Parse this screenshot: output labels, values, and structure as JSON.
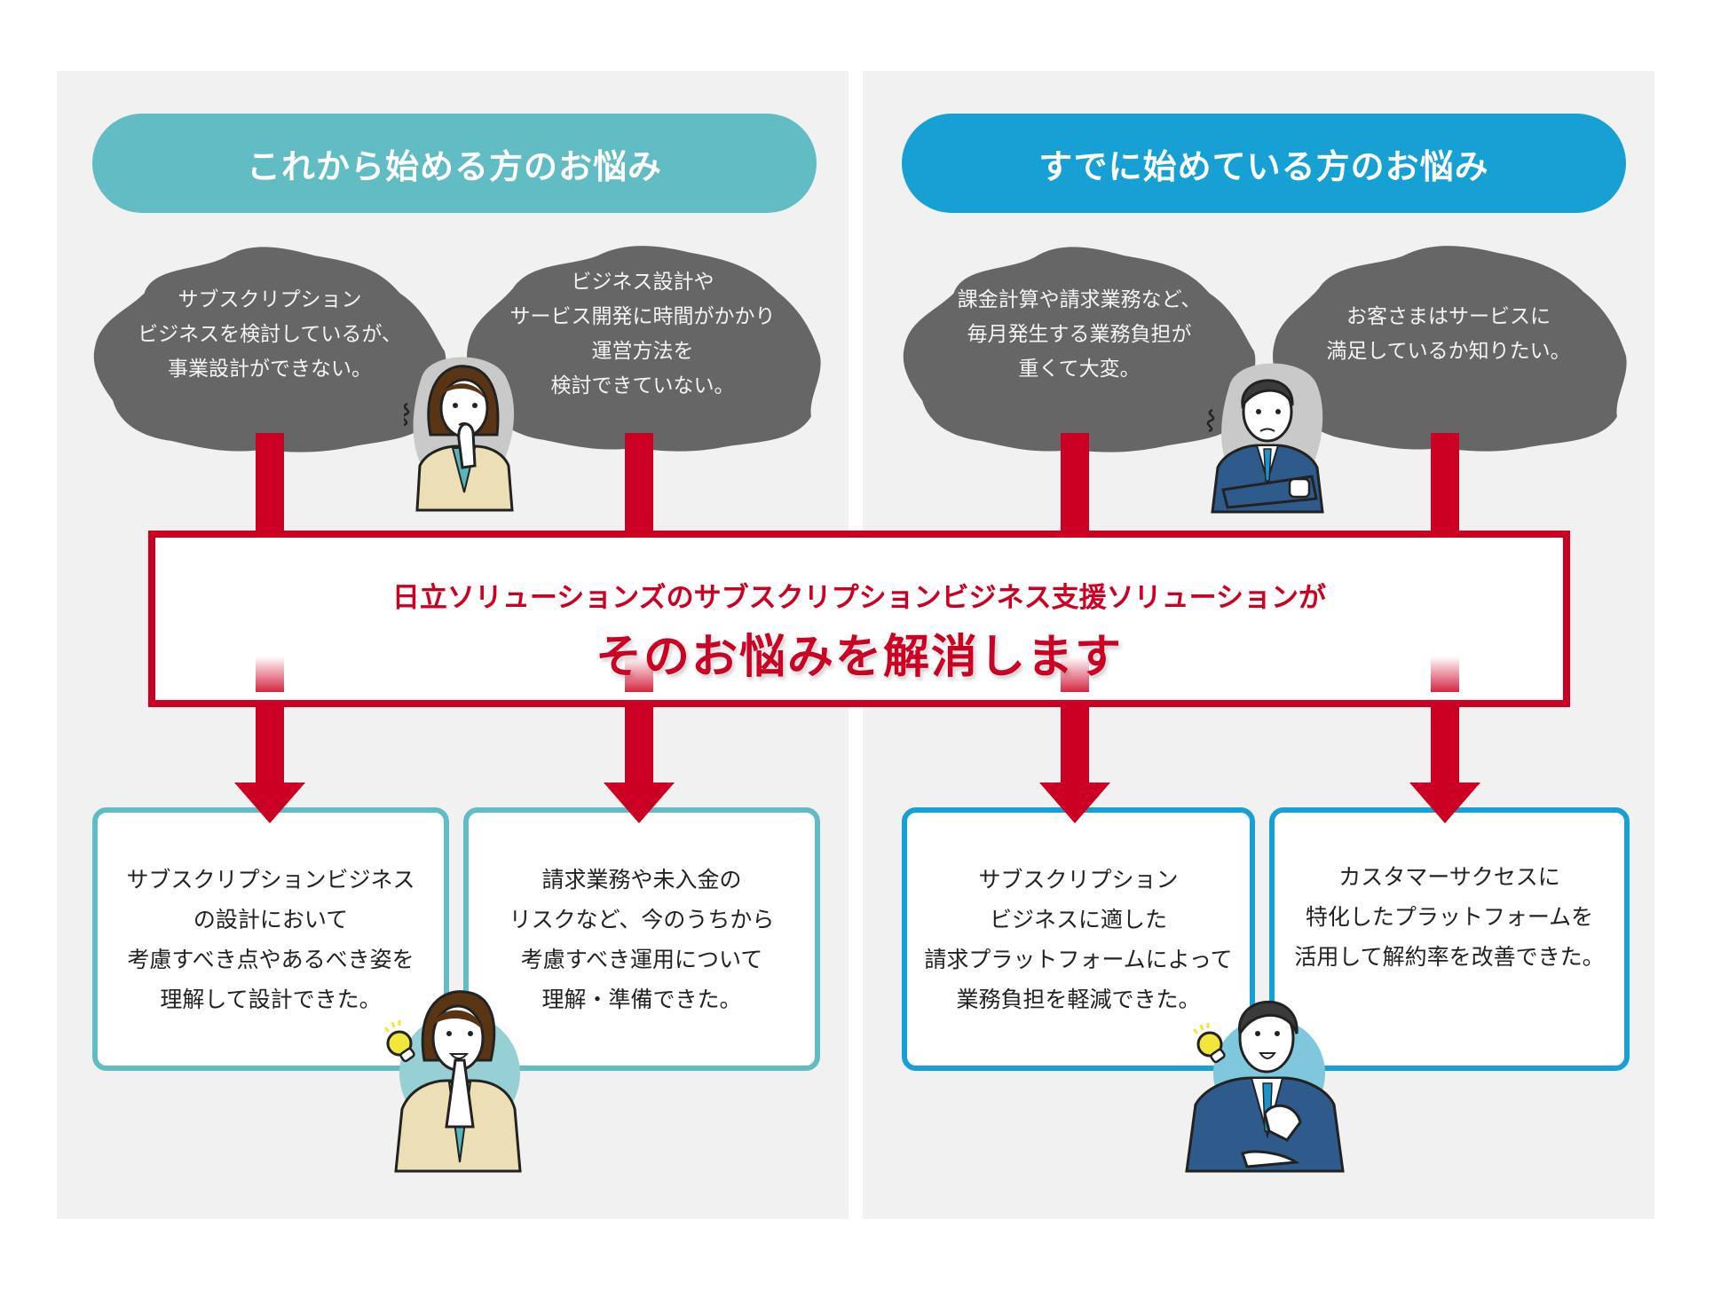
{
  "colors": {
    "teal": "#61bcc4",
    "blue": "#16a0d3",
    "red": "#cc0022",
    "cloud": "#666666",
    "panel": "#f1f1f1"
  },
  "left": {
    "header": "これから始める方のお悩み",
    "concerns": [
      {
        "lines": [
          "サブスクリプション",
          "ビジネスを検討しているが、",
          "事業設計ができない。"
        ]
      },
      {
        "lines": [
          "ビジネス設計や",
          "サービス開発に時間がかかり",
          "運営方法を",
          "検討できていない。"
        ]
      }
    ],
    "results": [
      {
        "lines": [
          "サブスクリプションビジネス",
          "の設計において",
          "考慮すべき点やあるべき姿を",
          "理解して設計できた。"
        ]
      },
      {
        "lines": [
          "請求業務や未入金の",
          "リスクなど、今のうちから",
          "考慮すべき運用について",
          "理解・準備できた。"
        ]
      }
    ]
  },
  "right": {
    "header": "すでに始めている方のお悩み",
    "concerns": [
      {
        "lines": [
          "課金計算や請求業務など、",
          "毎月発生する業務負担が",
          "重くて大変。"
        ]
      },
      {
        "lines": [
          "お客さまはサービスに",
          "満足しているか知りたい。"
        ]
      }
    ],
    "results": [
      {
        "lines": [
          "サブスクリプション",
          "ビジネスに適した",
          "請求プラットフォームによって",
          "業務負担を軽減できた。"
        ]
      },
      {
        "lines": [
          "カスタマーサクセスに",
          "特化したプラットフォームを",
          "活用して解約率を改善できた。"
        ]
      }
    ]
  },
  "solution": {
    "subtitle": "日立ソリューションズのサブスクリプションビジネス支援ソリューションが",
    "title": "そのお悩みを解消します"
  },
  "icons": {
    "worried_woman": "worried-woman-illustration",
    "worried_man": "worried-man-illustration",
    "happy_woman": "happy-woman-illustration",
    "happy_man": "happy-man-illustration",
    "lightbulb": "lightbulb-icon",
    "arrow": "down-arrow-icon"
  }
}
